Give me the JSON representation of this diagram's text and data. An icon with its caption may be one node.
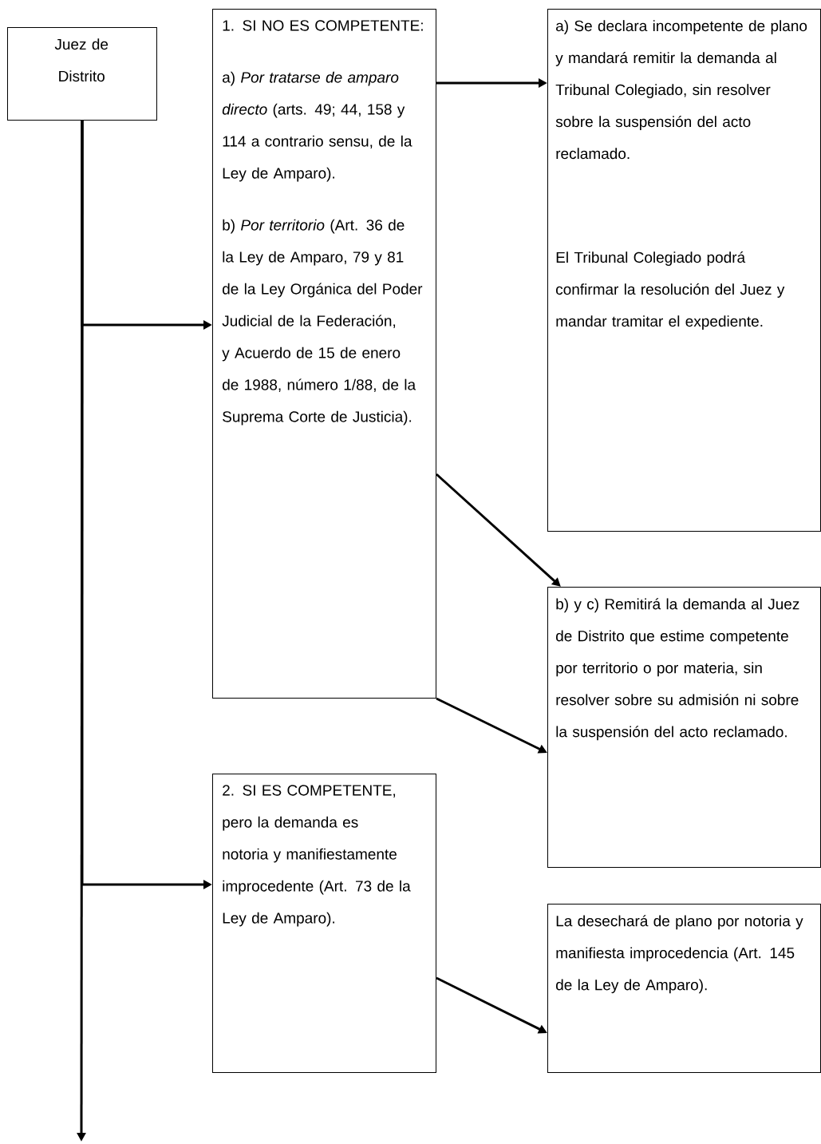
{
  "diagram": {
    "nodes": [
      {
        "text": [
          "Juez de Distrito"
        ]
      },
      {
        "text": [
          "1. SI NO ES COMPETENTE:",
          "a) *Por tratarse de amparo directo* (arts. 49; 44, 158 y 114 a contrario sensu, de la Ley de Amparo).",
          "b) *Por territorio* (Art. 36 de la Ley de Amparo, 79 y 81 de la Ley Orgánica del Poder Judicial de la Federación, y Acuerdo de 15 de enero de 1988, número 1/88, de la Suprema  Corte de Justicia)."
        ]
      },
      {
        "text": [
          "a) Se declara incompetente de plano y mandará remitir la demanda al Tribunal Colegiado, sin resolver sobre la suspensión del acto reclamado.",
          "El Tribunal Colegiado podrá confirmar la resolución del Juez y mandar tramitar el expediente."
        ]
      },
      {
        "text": [
          "b) y c) Remitirá la demanda al Juez de Distrito que estime competente por territorio o por materia, sin resolver sobre su admisión ni sobre la suspensión del acto reclamado."
        ]
      },
      {
        "text": [
          "2. SI ES COMPETENTE, pero la demanda es notoria y manifiestamente improcedente (Art. 73 de la Ley de Amparo)."
        ]
      },
      {
        "text": [
          "La desechará de plano por notoria y manifiesta improcedencia (Art. 145 de la Ley de Amparo)."
        ]
      }
    ],
    "edges": [
      {
        "from": 0,
        "to": 1,
        "arrow": "to"
      },
      {
        "from": 0,
        "to": 4,
        "arrow": "to"
      },
      {
        "from": 0,
        "to": null,
        "arrow": "to"
      },
      {
        "from": 1,
        "to": 2,
        "arrow": "to"
      },
      {
        "from": 1,
        "to": 3,
        "arrow": "to"
      },
      {
        "from": 1,
        "to": 3,
        "arrow": "to"
      },
      {
        "from": 4,
        "to": 5,
        "arrow": "to"
      }
    ]
  }
}
